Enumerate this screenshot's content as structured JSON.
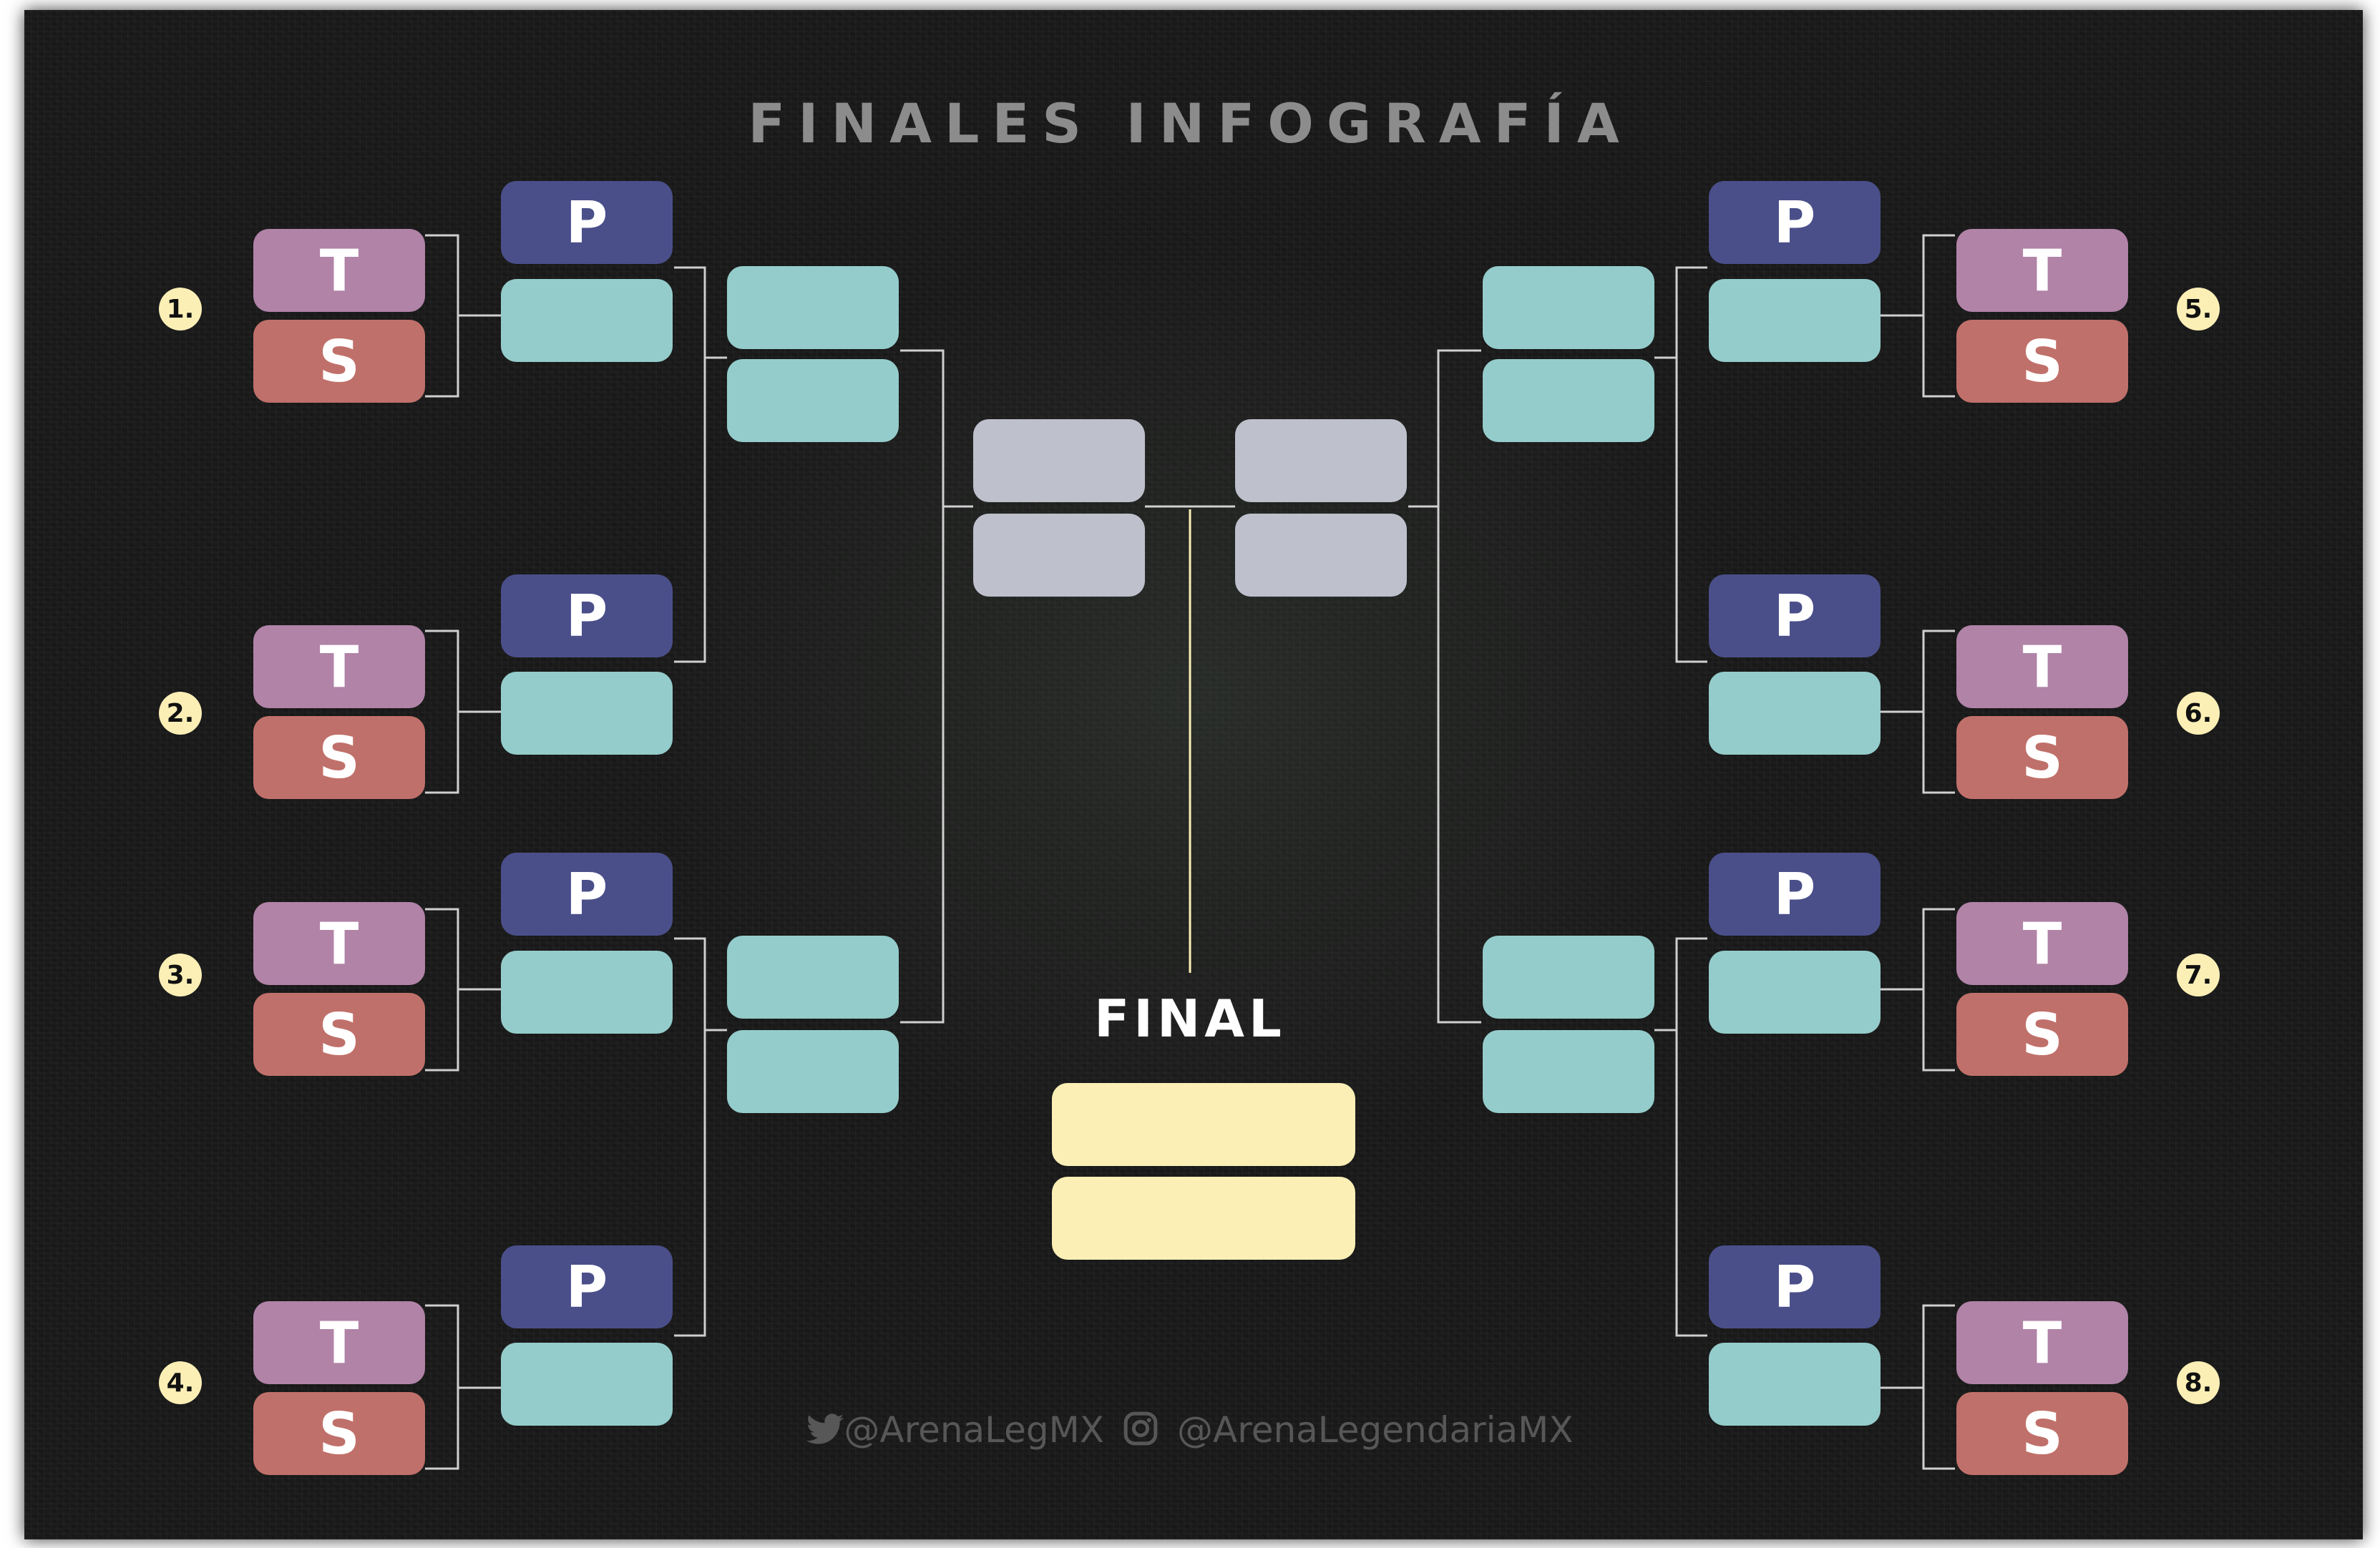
{
  "title": "FINALES INFOGRAFÍA",
  "final_label": "FINAL",
  "slot_labels": {
    "p": "P",
    "t": "T",
    "s": "S"
  },
  "seeds": [
    "1.",
    "2.",
    "3.",
    "4.",
    "5.",
    "6.",
    "7.",
    "8."
  ],
  "social": {
    "twitter_handle": "@ArenaLegMX",
    "instagram_handle": "@ArenaLegendariaMX",
    "icons": [
      "twitter-bird-icon",
      "instagram-icon"
    ]
  },
  "colors": {
    "background": "#1a1a1a",
    "title": "#8c8c8c",
    "p_box": "#4a4f8a",
    "t_box": "#b183a7",
    "s_box": "#c0706a",
    "match_box": "#94cccb",
    "semi_box": "#bec0cc",
    "final_box": "#fbefb6",
    "seed_badge": "#fbefb6",
    "connector": "#cfcfcf",
    "final_connector": "#fbefb6"
  }
}
